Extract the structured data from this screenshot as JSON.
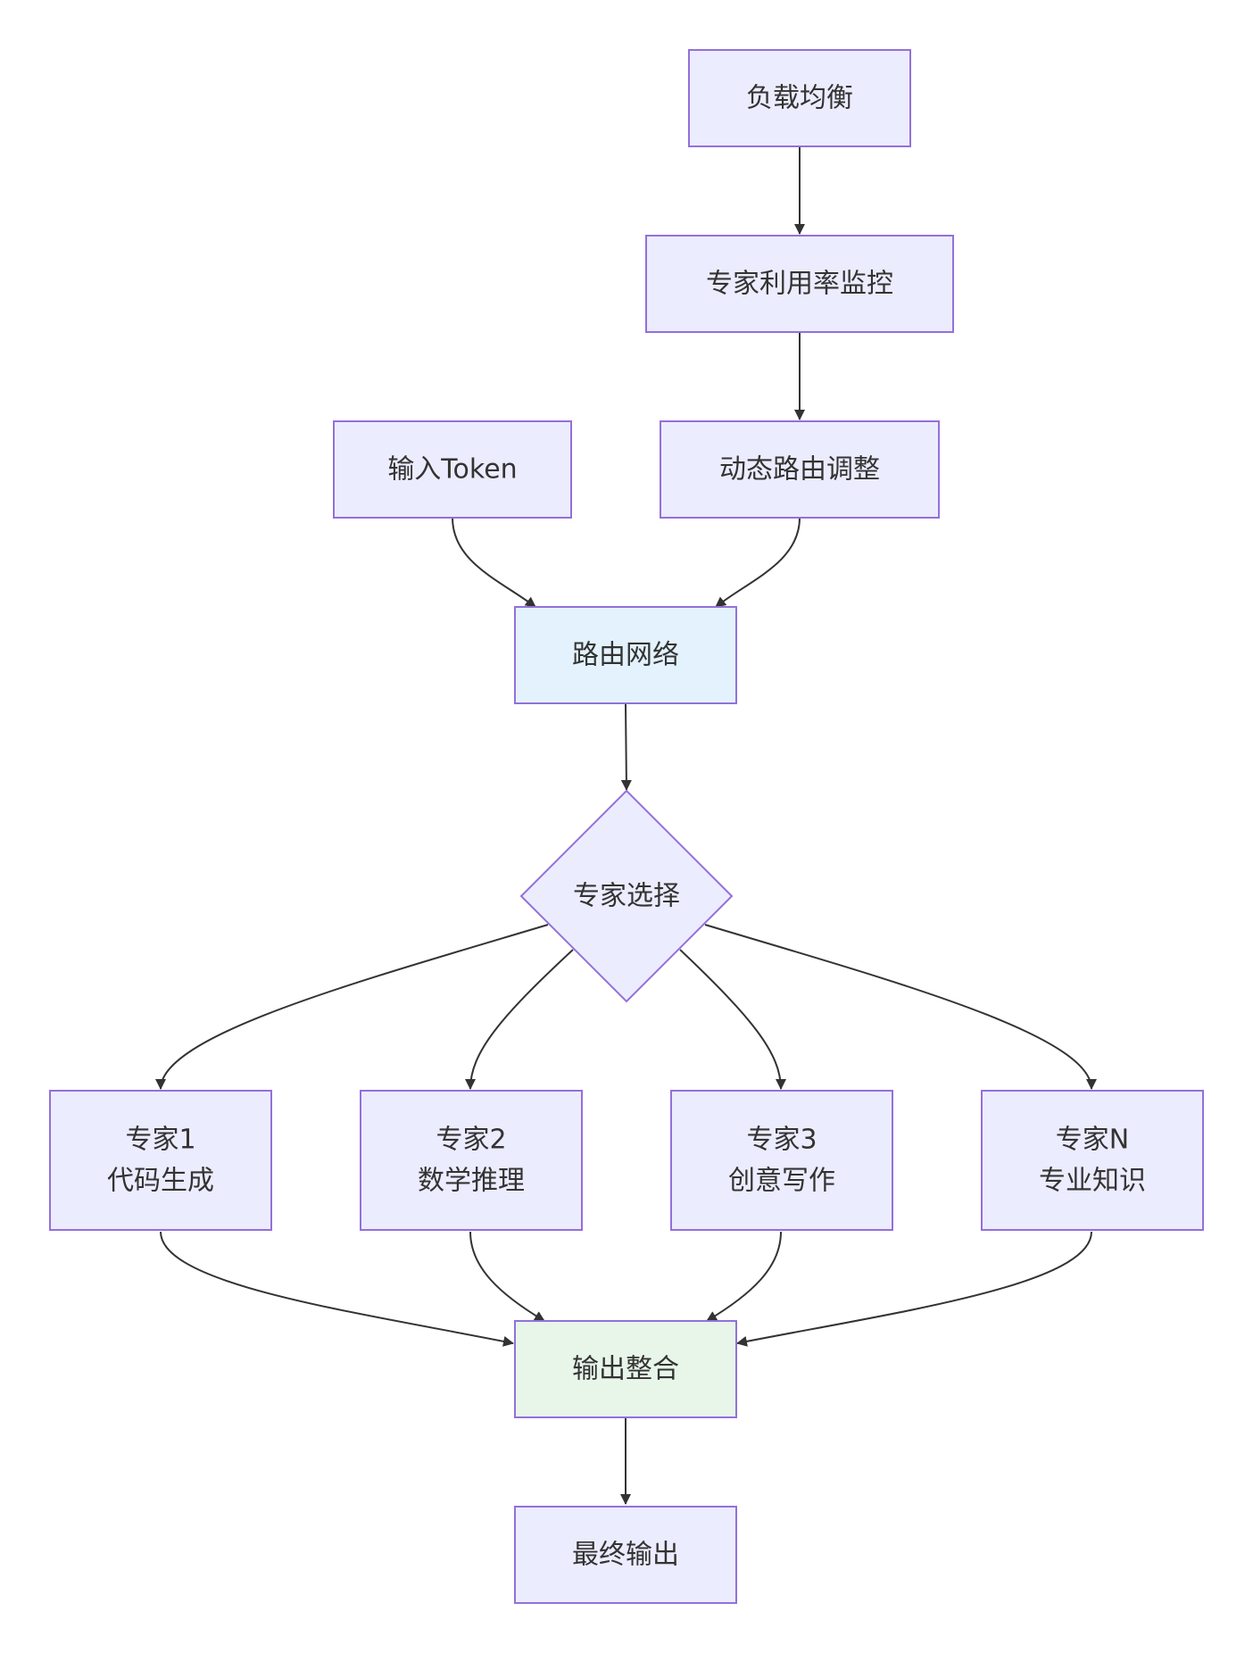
{
  "colors": {
    "node_fill": "#ECECFF",
    "node_stroke": "#9370DB",
    "router_fill": "#E3F2FD",
    "output_fill": "#E8F5E9",
    "edge": "#333333",
    "text": "#333333"
  },
  "nodes": {
    "load_balance": {
      "lines": [
        "负载均衡"
      ]
    },
    "expert_monitor": {
      "lines": [
        "专家利用率监控"
      ]
    },
    "input_token": {
      "lines": [
        "输入Token"
      ]
    },
    "dynamic_routing": {
      "lines": [
        "动态路由调整"
      ]
    },
    "router_network": {
      "lines": [
        "路由网络"
      ]
    },
    "expert_select": {
      "lines": [
        "专家选择"
      ]
    },
    "expert1": {
      "lines": [
        "专家1",
        "代码生成"
      ]
    },
    "expert2": {
      "lines": [
        "专家2",
        "数学推理"
      ]
    },
    "expert3": {
      "lines": [
        "专家3",
        "创意写作"
      ]
    },
    "expertN": {
      "lines": [
        "专家N",
        "专业知识"
      ]
    },
    "output_merge": {
      "lines": [
        "输出整合"
      ]
    },
    "final_output": {
      "lines": [
        "最终输出"
      ]
    }
  },
  "edges": [
    {
      "from": "load_balance",
      "to": "expert_monitor"
    },
    {
      "from": "expert_monitor",
      "to": "dynamic_routing"
    },
    {
      "from": "input_token",
      "to": "router_network"
    },
    {
      "from": "dynamic_routing",
      "to": "router_network"
    },
    {
      "from": "router_network",
      "to": "expert_select"
    },
    {
      "from": "expert_select",
      "to": "expert1"
    },
    {
      "from": "expert_select",
      "to": "expert2"
    },
    {
      "from": "expert_select",
      "to": "expert3"
    },
    {
      "from": "expert_select",
      "to": "expertN"
    },
    {
      "from": "expert1",
      "to": "output_merge"
    },
    {
      "from": "expert2",
      "to": "output_merge"
    },
    {
      "from": "expert3",
      "to": "output_merge"
    },
    {
      "from": "expertN",
      "to": "output_merge"
    },
    {
      "from": "output_merge",
      "to": "final_output"
    }
  ]
}
